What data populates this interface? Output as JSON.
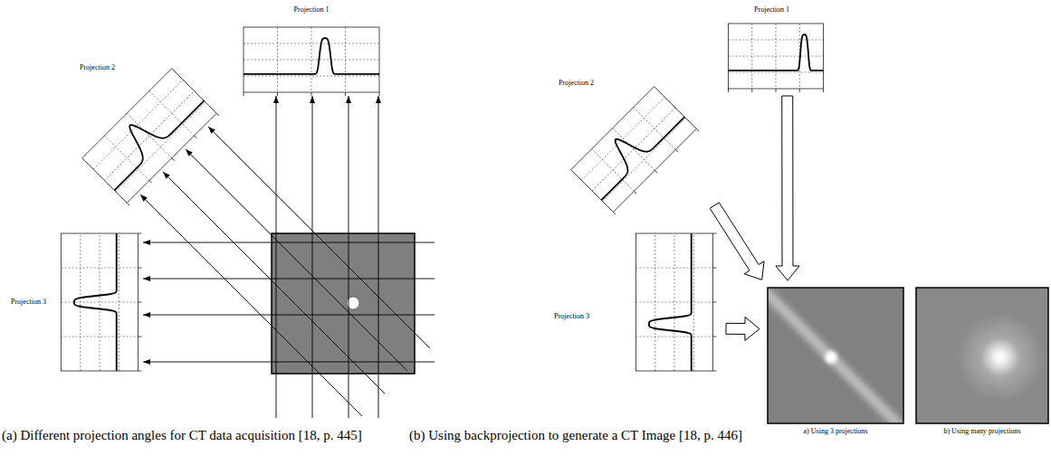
{
  "diagram": {
    "nodes": [
      {
        "text": [
          "Projection 1"
        ]
      },
      {
        "text": [
          "Projection 2"
        ]
      },
      {
        "text": [
          "Projection 3"
        ]
      },
      {
        "text": [
          "Projection 1"
        ]
      },
      {
        "text": [
          "Projection 2"
        ]
      },
      {
        "text": [
          "Projection 3"
        ]
      },
      {
        "text": [
          "a) Using 3 projections"
        ]
      },
      {
        "text": [
          "b) Using many projections"
        ]
      }
    ],
    "edges": [
      {
        "from": 3,
        "to": 6,
        "arrow": "to"
      },
      {
        "from": 4,
        "to": 6,
        "arrow": "to"
      },
      {
        "from": 5,
        "to": 6,
        "arrow": "to"
      }
    ],
    "labels": [
      "(a) Different projection angles for CT data acquisition [18, p. 445]",
      "(b) Using backprojection to generate a CT Image [18, p. 446]"
    ]
  }
}
